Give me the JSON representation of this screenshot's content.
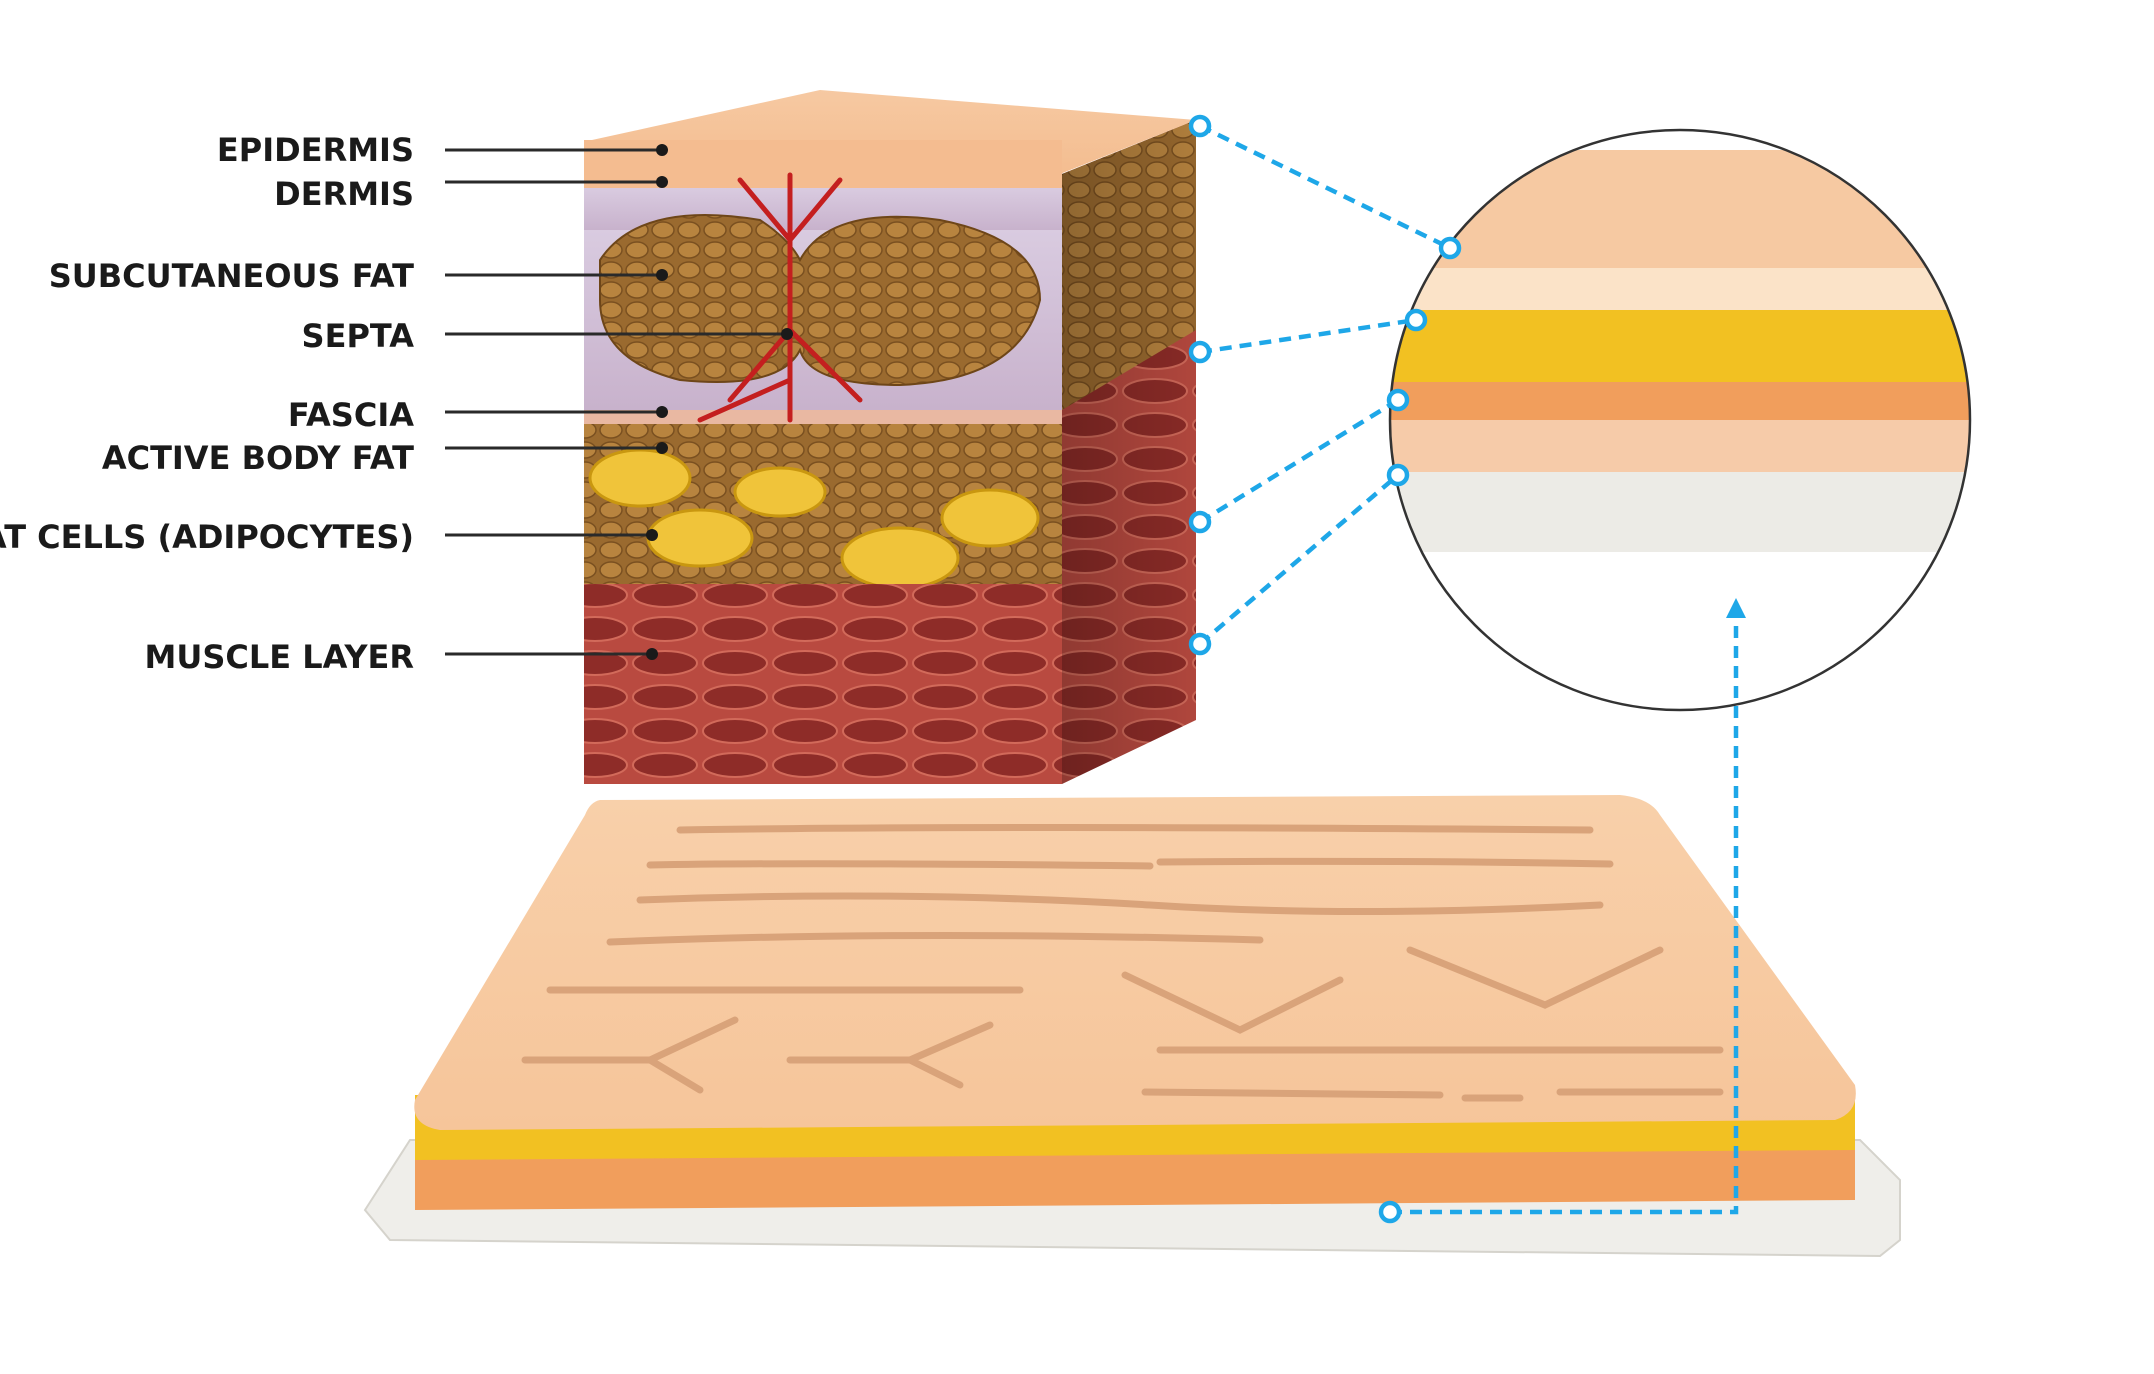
{
  "labels": [
    {
      "key": "epidermis",
      "text": "EPIDERMIS"
    },
    {
      "key": "dermis",
      "text": "DERMIS"
    },
    {
      "key": "subcutaneous_fat",
      "text": "SUBCUTANEOUS FAT"
    },
    {
      "key": "septa",
      "text": "SEPTA"
    },
    {
      "key": "fascia",
      "text": "FASCIA"
    },
    {
      "key": "active_body_fat",
      "text": "ACTIVE BODY FAT"
    },
    {
      "key": "fat_cells",
      "text": "FAT CELLS (ADIPOCYTES)"
    },
    {
      "key": "muscle_layer",
      "text": "MUSCLE LAYER"
    }
  ],
  "colors": {
    "callout": "#1ea7e8",
    "leader": "#2a2a2a",
    "skin": "#f7c9a0",
    "fat_yellow": "#f3c623",
    "fat_orange": "#f1a06a",
    "base_white": "#efeeea",
    "muscle": "#8c2a25"
  }
}
